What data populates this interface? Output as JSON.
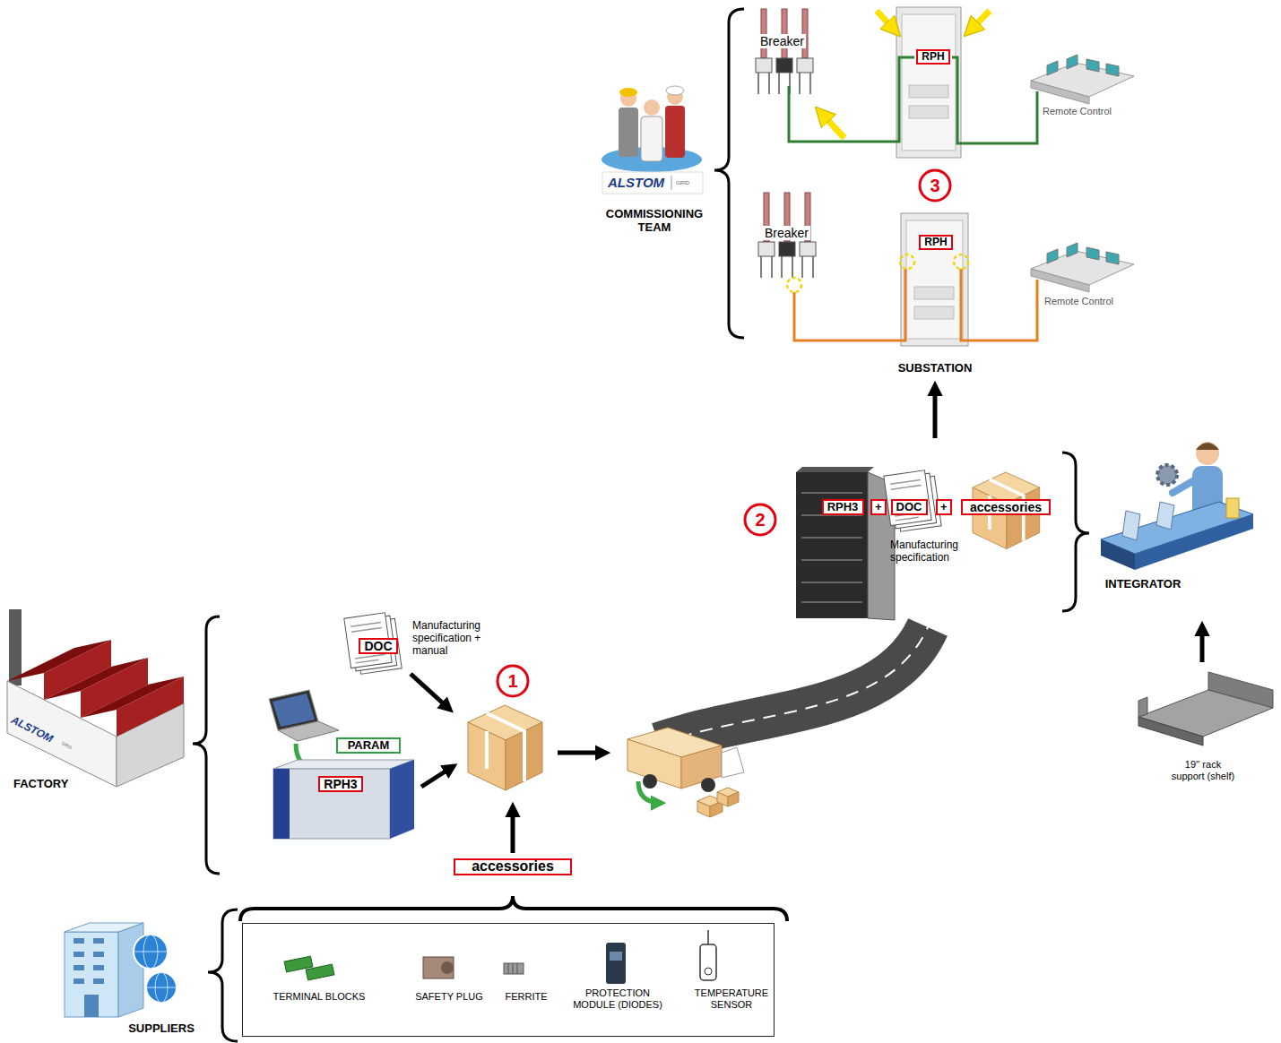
{
  "diagram": {
    "nodes": [
      {
        "text": [
          "FACTORY"
        ]
      },
      {
        "text": [
          "PARAM"
        ]
      },
      {
        "text": [
          "RPH3"
        ]
      },
      {
        "text": [
          "DOC"
        ]
      },
      {
        "text": [
          "1"
        ]
      },
      {
        "text": [
          "accessories"
        ]
      },
      {
        "text": [
          "TERMINAL BLOCKS",
          "SAFETY PLUG",
          "FERRITE",
          "PROTECTION MODULE (DIODES)",
          "TEMPERATURE SENSOR"
        ]
      },
      {
        "text": [
          "SUPPLIERS"
        ]
      },
      {
        "text": [
          "2"
        ]
      },
      {
        "text": [
          "Manufacturing specification"
        ]
      },
      {
        "text": [
          "RPH3"
        ],
        "in": 9
      },
      {
        "text": [
          "DOC"
        ],
        "in": 9
      },
      {
        "text": [
          "accessories"
        ],
        "in": 9
      },
      {
        "text": [
          "INTEGRATOR"
        ]
      },
      {
        "text": [
          "19'' rack support (shelf)"
        ]
      },
      {
        "text": [
          "SUBSTATION"
        ]
      },
      {
        "text": [
          "RPH"
        ]
      },
      {
        "text": [
          "RPH"
        ]
      },
      {
        "text": [
          "3"
        ]
      },
      {
        "text": [
          "COMMISSIONING TEAM"
        ]
      }
    ],
    "edges": [
      {
        "from": 14,
        "to": 13,
        "arrow": "to"
      },
      {
        "from": 9,
        "to": 15,
        "arrow": "to"
      }
    ],
    "labels": [
      "Manufacturing specification + manual",
      "Breaker",
      "Remote Control",
      "Breaker",
      "Remote Control",
      "+",
      "+",
      "ALSTOM",
      "GRID",
      "ALSTOM",
      "GRID"
    ]
  }
}
